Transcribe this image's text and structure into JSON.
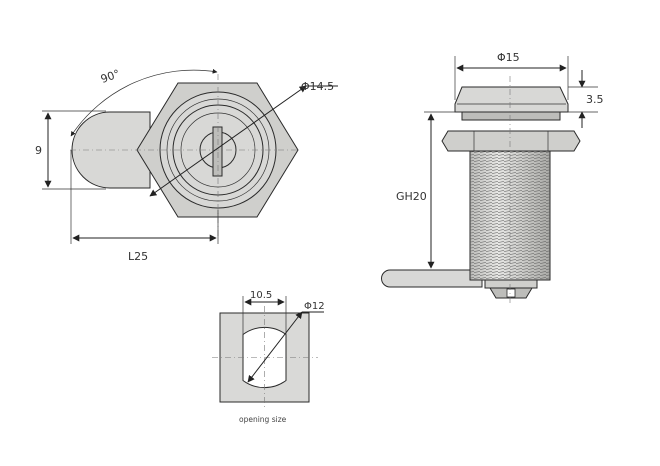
{
  "dimensions": {
    "angle": "90°",
    "face_diameter": "Φ14.5",
    "cam_height": "9",
    "length": "L25",
    "head_diameter": "Φ15",
    "head_height": "3.5",
    "thread": "GH20",
    "opening_width": "10.5",
    "opening_diameter": "Φ12"
  },
  "captions": {
    "opening": "opening size"
  }
}
